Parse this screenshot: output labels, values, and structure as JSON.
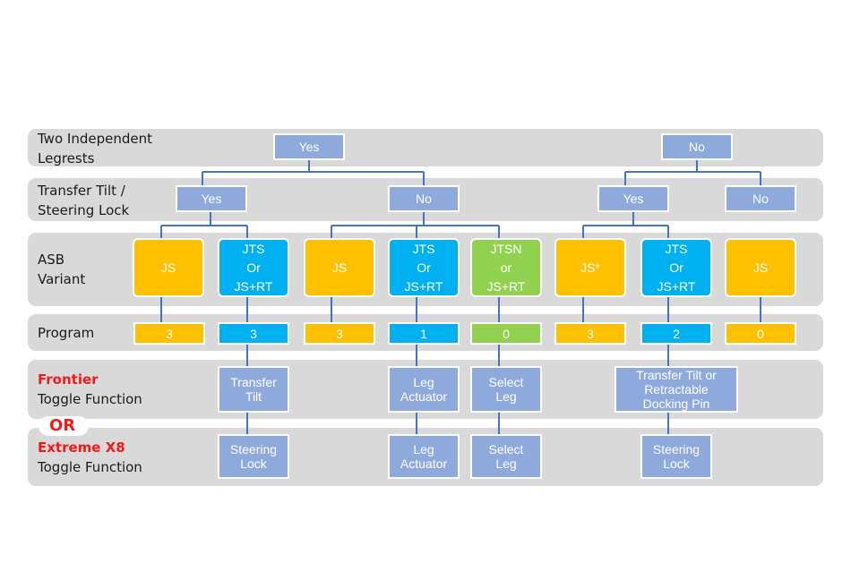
{
  "rows": {
    "legrests": [
      "Two Independent",
      "Legrests"
    ],
    "tilt": [
      "Transfer Tilt /",
      "Steering Lock"
    ],
    "asb": [
      "ASB",
      "Variant"
    ],
    "program": "Program",
    "frontier": {
      "brand": "Frontier",
      "text": "Toggle Function"
    },
    "or": "OR",
    "x8": {
      "brand": "Extreme X8",
      "text": "Toggle Function"
    }
  },
  "decisions": {
    "legrests_yes": "Yes",
    "legrests_no": "No",
    "tilt_yes_1": "Yes",
    "tilt_no_1": "No",
    "tilt_yes_2": "Yes",
    "tilt_no_2": "No"
  },
  "variants": [
    {
      "lines": [
        "JS"
      ],
      "color": "#ffc000",
      "program": "3"
    },
    {
      "lines": [
        "JTS",
        "Or",
        "JS+RT"
      ],
      "color": "#00b0f0",
      "program": "3"
    },
    {
      "lines": [
        "JS"
      ],
      "color": "#ffc000",
      "program": "3"
    },
    {
      "lines": [
        "JTS",
        "Or",
        "JS+RT"
      ],
      "color": "#00b0f0",
      "program": "1"
    },
    {
      "lines": [
        "JTSN",
        "or",
        "JS+RT"
      ],
      "color": "#92d050",
      "program": "0"
    },
    {
      "lines": [
        "JS*"
      ],
      "color": "#ffc000",
      "program": "3"
    },
    {
      "lines": [
        "JTS",
        "Or",
        "JS+RT"
      ],
      "color": "#00b0f0",
      "program": "2"
    },
    {
      "lines": [
        "JS"
      ],
      "color": "#ffc000",
      "program": "0"
    }
  ],
  "frontier_toggle": {
    "v2": [
      "Transfer",
      "Tilt"
    ],
    "v4": [
      "Leg",
      "Actuator"
    ],
    "v5": [
      "Select",
      "Leg"
    ],
    "v7": [
      "Transfer Tilt or",
      "Retractable",
      "Docking Pin"
    ]
  },
  "x8_toggle": {
    "v2": [
      "Steering",
      "Lock"
    ],
    "v4": [
      "Leg",
      "Actuator"
    ],
    "v5": [
      "Select",
      "Leg"
    ],
    "v7": [
      "Steering",
      "Lock"
    ]
  },
  "colors": {
    "band": "#d9d9d9",
    "node_blue": "#8ea9db",
    "connector": "#4472c4",
    "brand_red": "#ee1c1c"
  }
}
